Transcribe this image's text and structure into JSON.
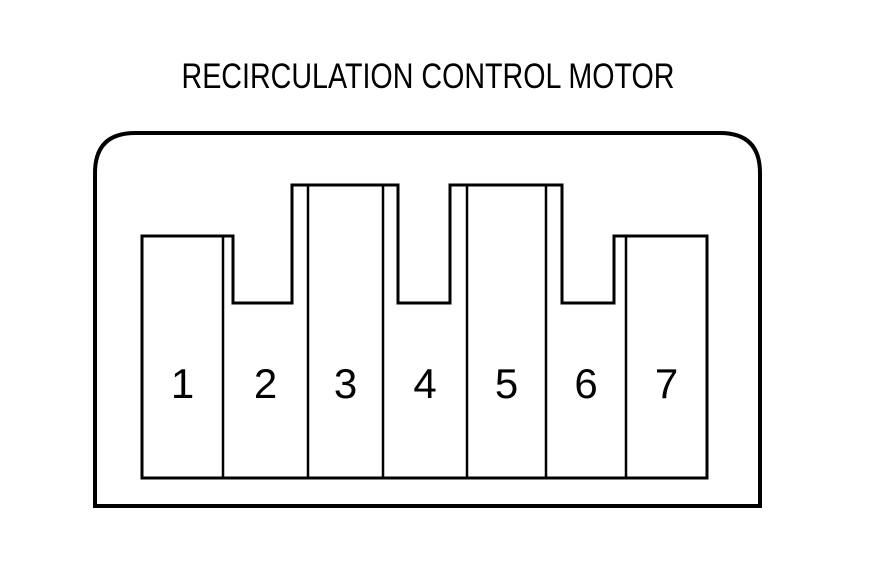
{
  "diagram": {
    "title": "RECIRCULATION CONTROL MOTOR",
    "pins": [
      {
        "label": "1"
      },
      {
        "label": "2"
      },
      {
        "label": "3"
      },
      {
        "label": "4"
      },
      {
        "label": "5"
      },
      {
        "label": "6"
      },
      {
        "label": "7"
      }
    ],
    "colors": {
      "line": "#000000",
      "background": "#ffffff"
    }
  }
}
